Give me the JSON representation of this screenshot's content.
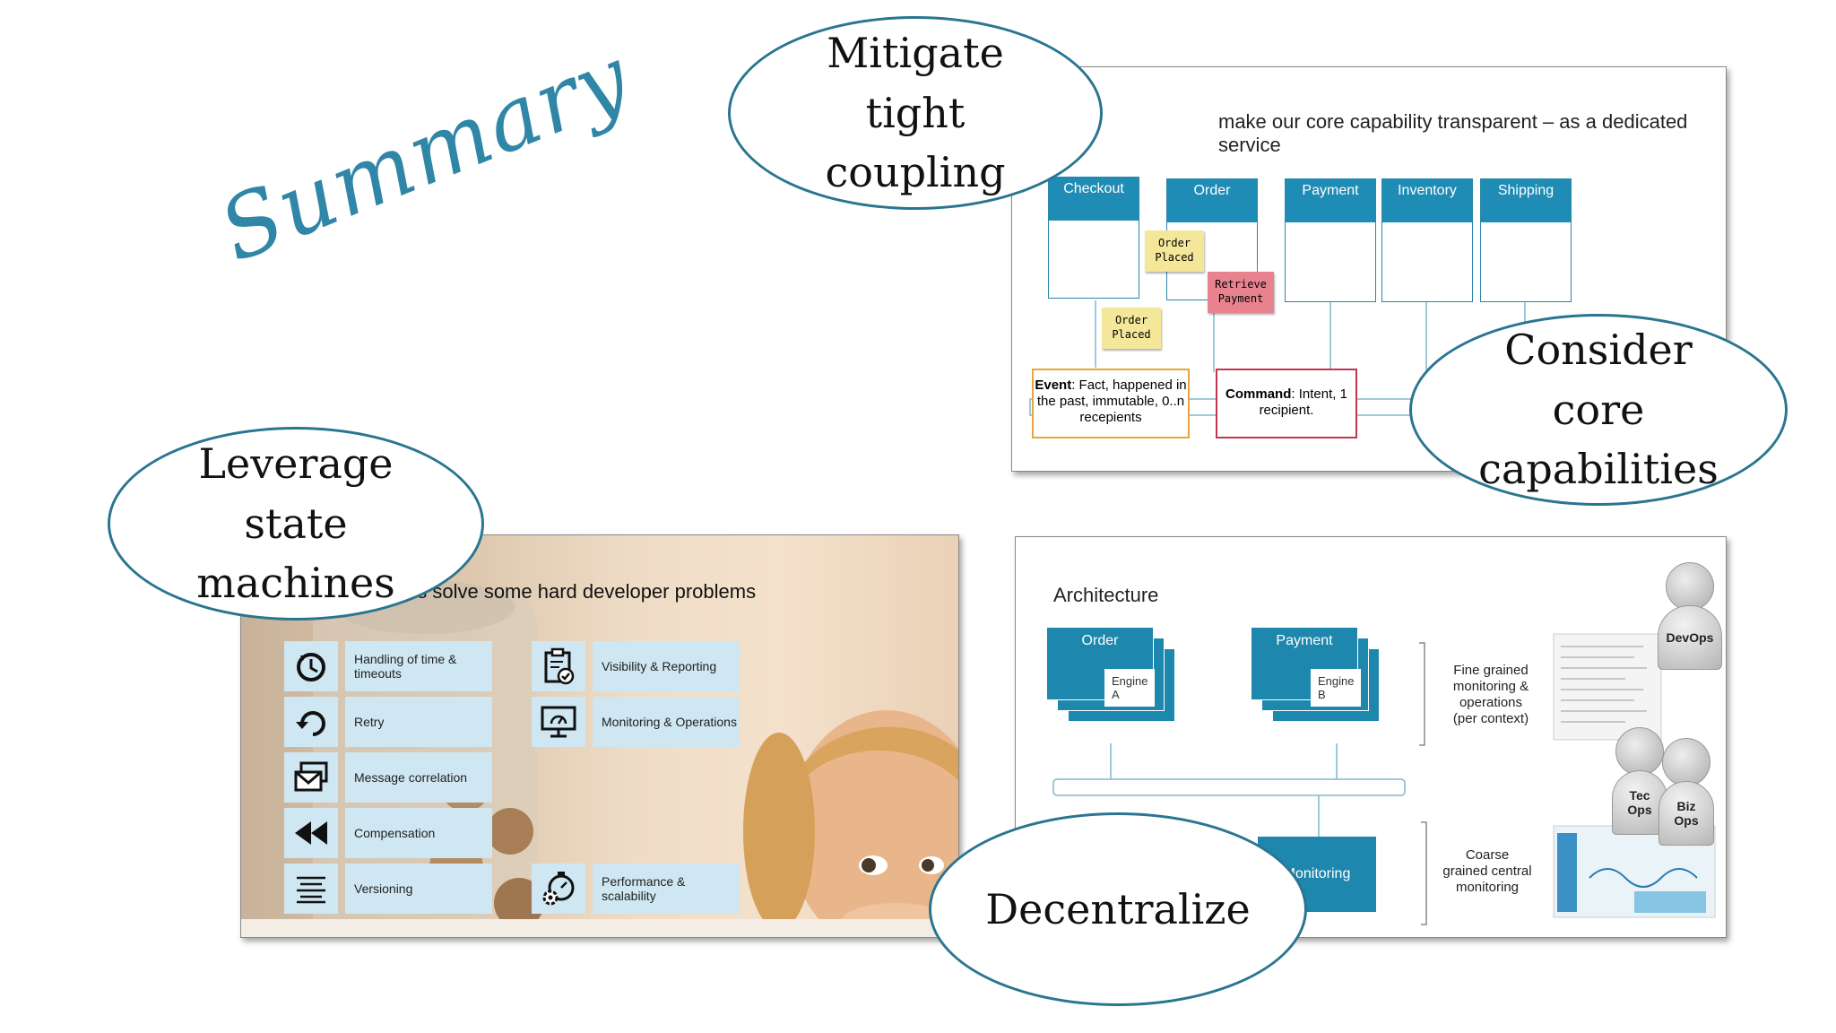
{
  "title": "Summary",
  "bubbles": {
    "coupling": "Mitigate tight coupling",
    "core": "Consider core capabilities",
    "state": "Leverage state machines",
    "decentralize": "Decentralize"
  },
  "slide1": {
    "heading": "make our core capability transparent – as a dedicated service",
    "services": [
      "Checkout",
      "Order",
      "Payment",
      "Inventory",
      "Shipping"
    ],
    "sticky_order_placed_1": "Order Placed",
    "sticky_retrieve_payment": "Retrieve Payment",
    "sticky_order_placed_2": "Order Placed",
    "event_callout": {
      "term": "Event",
      "text": ": Fact, happened in the past, immutable, 0..n recepients"
    },
    "command_callout": {
      "term": "Command",
      "text": ": Intent, 1 recipient."
    },
    "colors": {
      "service": "#1e8cb4",
      "sticky_yellow": "#f5e79a",
      "sticky_red": "#e8828f",
      "event_border": "#e8a53c",
      "command_border": "#c0364f"
    }
  },
  "slide2": {
    "heading": "es solve some hard developer problems",
    "left_items": [
      {
        "icon": "clock-icon",
        "label": "Handling of time & timeouts"
      },
      {
        "icon": "retry-icon",
        "label": "Retry"
      },
      {
        "icon": "message-correlation-icon",
        "label": "Message correlation"
      },
      {
        "icon": "rewind-icon",
        "label": "Compensation"
      },
      {
        "icon": "versioning-icon",
        "label": "Versioning"
      }
    ],
    "right_items": [
      {
        "icon": "clipboard-check-icon",
        "label": "Visibility & Reporting"
      },
      {
        "icon": "monitor-gauge-icon",
        "label": "Monitoring & Operations"
      },
      {
        "icon": "stopwatch-gear-icon",
        "label": "Performance & scalability"
      }
    ]
  },
  "slide3": {
    "heading": "Architecture",
    "order": {
      "title": "Order",
      "engine": "Engine A"
    },
    "payment": {
      "title": "Payment",
      "engine": "Engine B"
    },
    "monitoring_box": "Monitoring",
    "fine_text": "Fine grained monitoring & operations (per context)",
    "coarse_text": "Coarse grained central monitoring",
    "people": [
      "DevOps",
      "Tec Ops",
      "Biz Ops"
    ]
  }
}
